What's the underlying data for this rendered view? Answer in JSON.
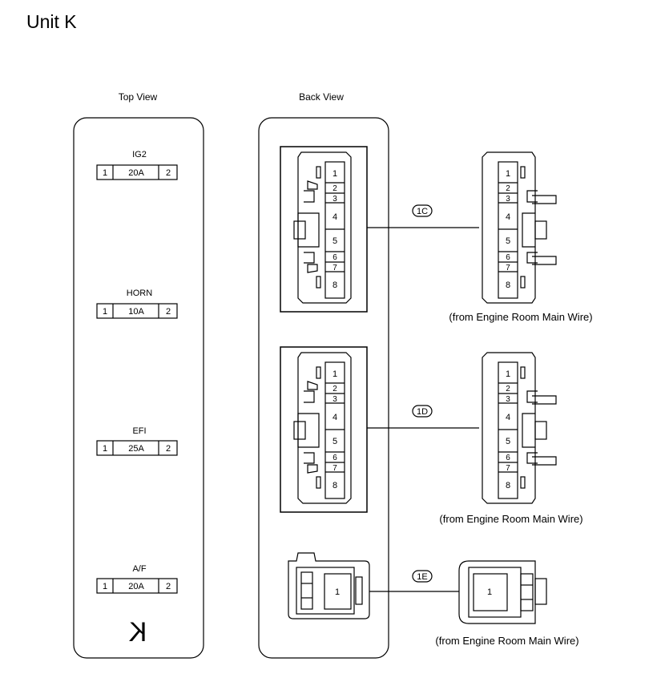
{
  "title": "Unit K",
  "top_view": {
    "label": "Top View",
    "fuses": [
      {
        "name": "IG2",
        "pin_left": "1",
        "rating": "20A",
        "pin_right": "2"
      },
      {
        "name": "HORN",
        "pin_left": "1",
        "rating": "10A",
        "pin_right": "2"
      },
      {
        "name": "EFI",
        "pin_left": "1",
        "rating": "25A",
        "pin_right": "2"
      },
      {
        "name": "A/F",
        "pin_left": "1",
        "rating": "20A",
        "pin_right": "2"
      }
    ],
    "unit_mark": "K"
  },
  "back_view": {
    "label": "Back View",
    "connectors": [
      {
        "id": "1C",
        "pins": [
          "1",
          "2",
          "3",
          "4",
          "5",
          "6",
          "7",
          "8"
        ],
        "caption": "(from Engine Room Main Wire)"
      },
      {
        "id": "1D",
        "pins": [
          "1",
          "2",
          "3",
          "4",
          "5",
          "6",
          "7",
          "8"
        ],
        "caption": "(from Engine Room Main Wire)"
      },
      {
        "id": "1E",
        "pins": [
          "1"
        ],
        "caption": "(from Engine Room Main Wire)"
      }
    ]
  }
}
